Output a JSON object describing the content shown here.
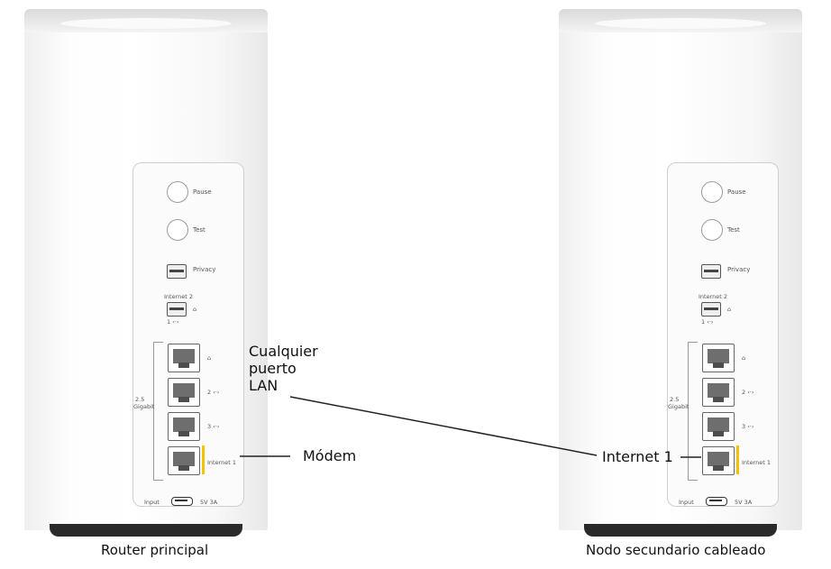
{
  "devices": [
    {
      "caption": "Router principal",
      "labels": {
        "pause": "Pause",
        "test": "Test",
        "privacy": "Privacy",
        "internet2": "Internet 2",
        "port1": "1",
        "port2": "2",
        "port3": "3",
        "internet1": "Internet 1",
        "speed": "2.5",
        "gigabit": "Gigabit",
        "input": "Input",
        "power": "5V 3A"
      }
    },
    {
      "caption": "Nodo secundario cableado",
      "labels": {
        "pause": "Pause",
        "test": "Test",
        "privacy": "Privacy",
        "internet2": "Internet 2",
        "port1": "1",
        "port2": "2",
        "port3": "3",
        "internet1": "Internet 1",
        "speed": "2.5",
        "gigabit": "Gigabit",
        "input": "Input",
        "power": "5V 3A"
      }
    }
  ],
  "annotations": {
    "lan_line1": "Cualquier",
    "lan_line2": "puerto",
    "lan_line3": "LAN",
    "modem": "Módem",
    "internet1": "Internet 1"
  },
  "colors": {
    "internet_port_marker": "#f2c300",
    "base": "#2a2a2a"
  }
}
